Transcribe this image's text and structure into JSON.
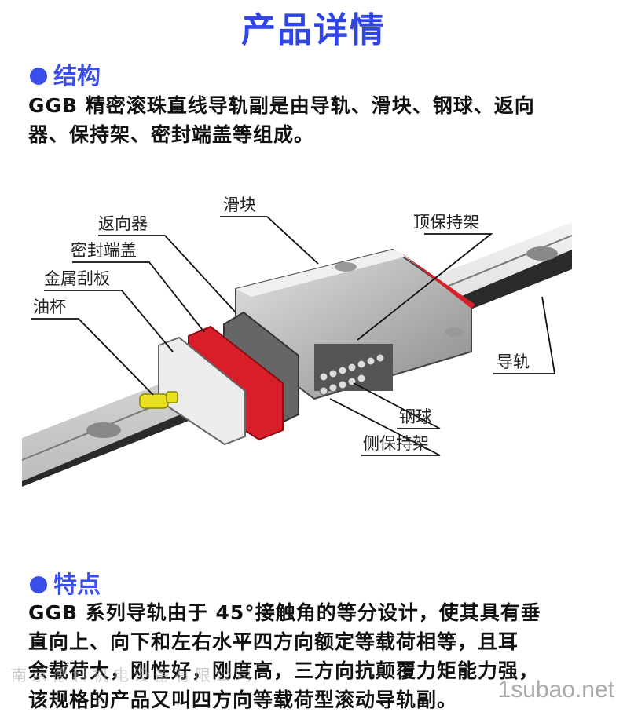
{
  "title": "产品详情",
  "structure": {
    "heading": "结构",
    "text_line1": "GGB 精密滚珠直线导轨副是由导轨、滑块、钢球、返向",
    "text_line2": "器、保持架、密封端盖等组成。"
  },
  "diagram": {
    "labels": {
      "slider": "滑块",
      "reverser": "返向器",
      "top_retainer": "顶保持架",
      "end_seal": "密封端盖",
      "metal_scraper": "金属刮板",
      "oil_cup": "油杯",
      "rail": "导轨",
      "steel_ball": "钢球",
      "side_retainer": "侧保持架"
    },
    "colors": {
      "accent_red": "#d81e28",
      "rail_gray": "#c8c8c8",
      "block_gray": "#9a9a9a",
      "oil_cup_yellow": "#e8e020"
    }
  },
  "features": {
    "heading": "特点",
    "line1": "GGB 系列导轨由于 45°接触角的等分设计，使其具有垂",
    "line2": "直向上、向下和左右水平四方向额定等载荷相等，且耳",
    "line3": "余载荷大，刚性好，刚度高，三方向抗颠覆力矩能力强，",
    "line4": "该规格的产品又叫四方向等载荷型滚动导轨副。"
  },
  "watermark": {
    "left": "南京德科机电设备有限公司",
    "right": "1subao.net"
  }
}
